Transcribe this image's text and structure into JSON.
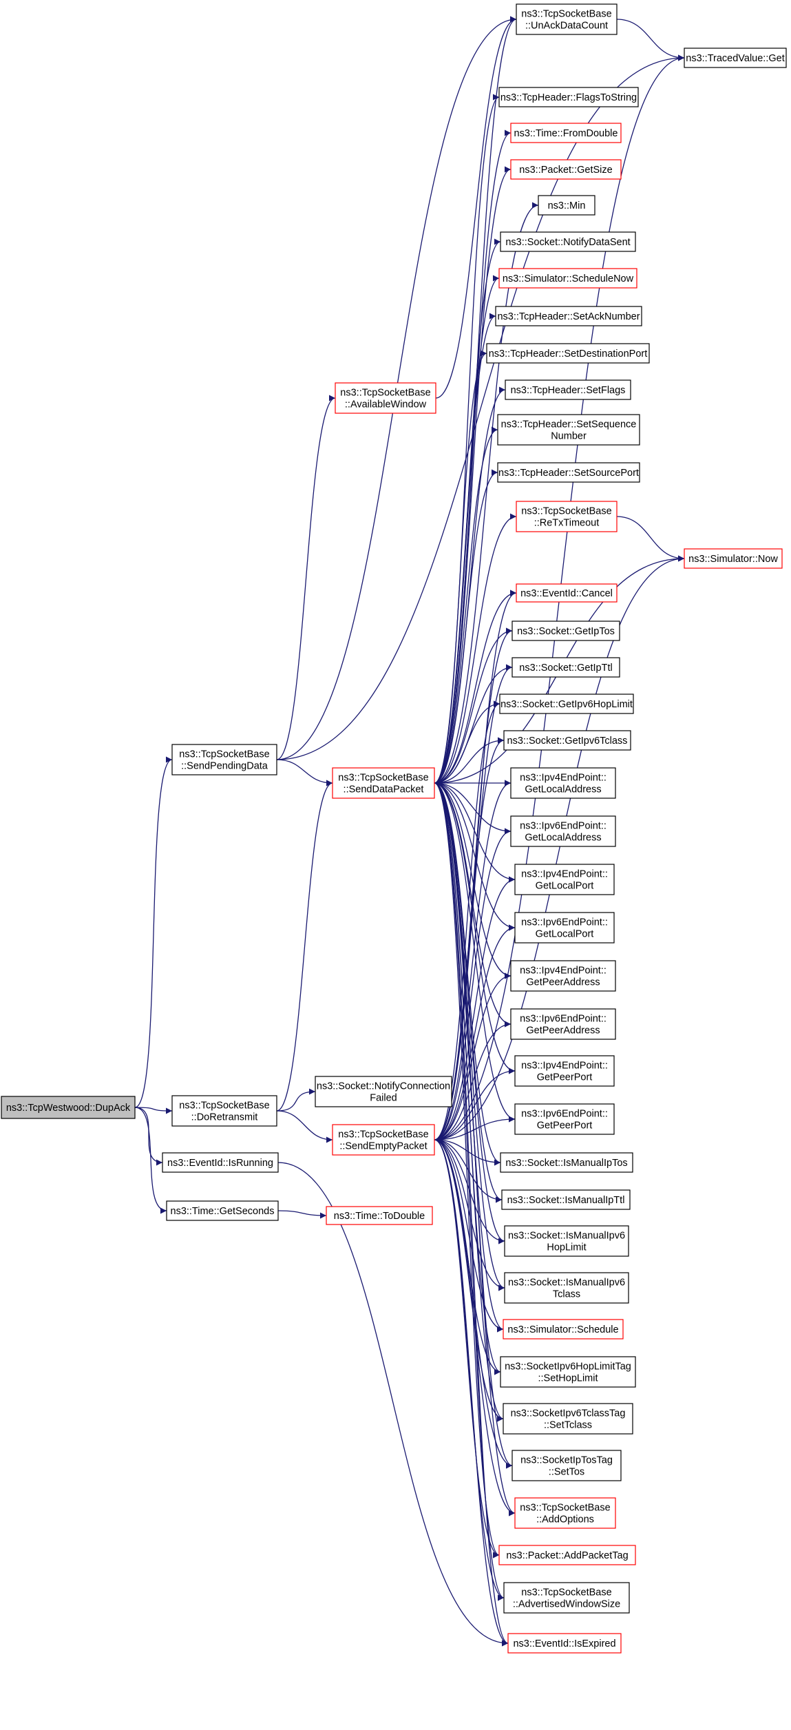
{
  "colors": {
    "edge": "#191970",
    "box_border_normal": "#000000",
    "box_border_undocumented": "#ff0000",
    "root_fill": "#bfbfbf",
    "box_fill": "#ffffff"
  },
  "nodes": [
    {
      "id": "dupack",
      "lines": [
        "ns3::TcpWestwood::DupAck"
      ],
      "style": "root"
    },
    {
      "id": "sendpending",
      "lines": [
        "ns3::TcpSocketBase",
        "::SendPendingData"
      ],
      "style": "normal"
    },
    {
      "id": "doretransmit",
      "lines": [
        "ns3::TcpSocketBase",
        "::DoRetransmit"
      ],
      "style": "normal"
    },
    {
      "id": "isrunning",
      "lines": [
        "ns3::EventId::IsRunning"
      ],
      "style": "normal"
    },
    {
      "id": "getseconds",
      "lines": [
        "ns3::Time::GetSeconds"
      ],
      "style": "normal"
    },
    {
      "id": "availwin",
      "lines": [
        "ns3::TcpSocketBase",
        "::AvailableWindow"
      ],
      "style": "red"
    },
    {
      "id": "senddata",
      "lines": [
        "ns3::TcpSocketBase",
        "::SendDataPacket"
      ],
      "style": "red"
    },
    {
      "id": "notifyconnfailed",
      "lines": [
        "ns3::Socket::NotifyConnection",
        "Failed"
      ],
      "style": "normal"
    },
    {
      "id": "sendempty",
      "lines": [
        "ns3::TcpSocketBase",
        "::SendEmptyPacket"
      ],
      "style": "red"
    },
    {
      "id": "todouble",
      "lines": [
        "ns3::Time::ToDouble"
      ],
      "style": "red"
    },
    {
      "id": "unack",
      "lines": [
        "ns3::TcpSocketBase",
        "::UnAckDataCount"
      ],
      "style": "normal"
    },
    {
      "id": "flagstostr",
      "lines": [
        "ns3::TcpHeader::FlagsToString"
      ],
      "style": "normal"
    },
    {
      "id": "fromdouble",
      "lines": [
        "ns3::Time::FromDouble"
      ],
      "style": "red"
    },
    {
      "id": "getsize",
      "lines": [
        "ns3::Packet::GetSize"
      ],
      "style": "red"
    },
    {
      "id": "min",
      "lines": [
        "ns3::Min"
      ],
      "style": "normal"
    },
    {
      "id": "notifydatasent",
      "lines": [
        "ns3::Socket::NotifyDataSent"
      ],
      "style": "normal"
    },
    {
      "id": "schednow",
      "lines": [
        "ns3::Simulator::ScheduleNow"
      ],
      "style": "red"
    },
    {
      "id": "setack",
      "lines": [
        "ns3::TcpHeader::SetAckNumber"
      ],
      "style": "normal"
    },
    {
      "id": "setdstport",
      "lines": [
        "ns3::TcpHeader::SetDestinationPort"
      ],
      "style": "normal"
    },
    {
      "id": "setflags",
      "lines": [
        "ns3::TcpHeader::SetFlags"
      ],
      "style": "normal"
    },
    {
      "id": "setseq",
      "lines": [
        "ns3::TcpHeader::SetSequence",
        "Number"
      ],
      "style": "normal"
    },
    {
      "id": "setsrcport",
      "lines": [
        "ns3::TcpHeader::SetSourcePort"
      ],
      "style": "normal"
    },
    {
      "id": "retxtimeout",
      "lines": [
        "ns3::TcpSocketBase",
        "::ReTxTimeout"
      ],
      "style": "red"
    },
    {
      "id": "cancel",
      "lines": [
        "ns3::EventId::Cancel"
      ],
      "style": "red"
    },
    {
      "id": "getiptos",
      "lines": [
        "ns3::Socket::GetIpTos"
      ],
      "style": "normal"
    },
    {
      "id": "getipttl",
      "lines": [
        "ns3::Socket::GetIpTtl"
      ],
      "style": "normal"
    },
    {
      "id": "getipv6hop",
      "lines": [
        "ns3::Socket::GetIpv6HopLimit"
      ],
      "style": "normal"
    },
    {
      "id": "getipv6tc",
      "lines": [
        "ns3::Socket::GetIpv6Tclass"
      ],
      "style": "normal"
    },
    {
      "id": "ipv4locaddr",
      "lines": [
        "ns3::Ipv4EndPoint::",
        "GetLocalAddress"
      ],
      "style": "normal"
    },
    {
      "id": "ipv6locaddr",
      "lines": [
        "ns3::Ipv6EndPoint::",
        "GetLocalAddress"
      ],
      "style": "normal"
    },
    {
      "id": "ipv4locport",
      "lines": [
        "ns3::Ipv4EndPoint::",
        "GetLocalPort"
      ],
      "style": "normal"
    },
    {
      "id": "ipv6locport",
      "lines": [
        "ns3::Ipv6EndPoint::",
        "GetLocalPort"
      ],
      "style": "normal"
    },
    {
      "id": "ipv4peeraddr",
      "lines": [
        "ns3::Ipv4EndPoint::",
        "GetPeerAddress"
      ],
      "style": "normal"
    },
    {
      "id": "ipv6peeraddr",
      "lines": [
        "ns3::Ipv6EndPoint::",
        "GetPeerAddress"
      ],
      "style": "normal"
    },
    {
      "id": "ipv4peerport",
      "lines": [
        "ns3::Ipv4EndPoint::",
        "GetPeerPort"
      ],
      "style": "normal"
    },
    {
      "id": "ipv6peerport",
      "lines": [
        "ns3::Ipv6EndPoint::",
        "GetPeerPort"
      ],
      "style": "normal"
    },
    {
      "id": "ismaniptos",
      "lines": [
        "ns3::Socket::IsManualIpTos"
      ],
      "style": "normal"
    },
    {
      "id": "ismanipttl",
      "lines": [
        "ns3::Socket::IsManualIpTtl"
      ],
      "style": "normal"
    },
    {
      "id": "ismanv6hop",
      "lines": [
        "ns3::Socket::IsManualIpv6",
        "HopLimit"
      ],
      "style": "normal"
    },
    {
      "id": "ismanv6tc",
      "lines": [
        "ns3::Socket::IsManualIpv6",
        "Tclass"
      ],
      "style": "normal"
    },
    {
      "id": "schedule",
      "lines": [
        "ns3::Simulator::Schedule"
      ],
      "style": "red"
    },
    {
      "id": "sethoplimit",
      "lines": [
        "ns3::SocketIpv6HopLimitTag",
        "::SetHopLimit"
      ],
      "style": "normal"
    },
    {
      "id": "settclass",
      "lines": [
        "ns3::SocketIpv6TclassTag",
        "::SetTclass"
      ],
      "style": "normal"
    },
    {
      "id": "settos",
      "lines": [
        "ns3::SocketIpTosTag",
        "::SetTos"
      ],
      "style": "normal"
    },
    {
      "id": "addoptions",
      "lines": [
        "ns3::TcpSocketBase",
        "::AddOptions"
      ],
      "style": "red"
    },
    {
      "id": "addpackettag",
      "lines": [
        "ns3::Packet::AddPacketTag"
      ],
      "style": "red"
    },
    {
      "id": "advwinsize",
      "lines": [
        "ns3::TcpSocketBase",
        "::AdvertisedWindowSize"
      ],
      "style": "normal"
    },
    {
      "id": "isexpired",
      "lines": [
        "ns3::EventId::IsExpired"
      ],
      "style": "red"
    },
    {
      "id": "tracedget",
      "lines": [
        "ns3::TracedValue::Get"
      ],
      "style": "normal"
    },
    {
      "id": "simnow",
      "lines": [
        "ns3::Simulator::Now"
      ],
      "style": "red"
    }
  ],
  "edges": [
    [
      "dupack",
      "sendpending"
    ],
    [
      "dupack",
      "doretransmit"
    ],
    [
      "dupack",
      "isrunning"
    ],
    [
      "dupack",
      "getseconds"
    ],
    [
      "sendpending",
      "unack"
    ],
    [
      "sendpending",
      "tracedget"
    ],
    [
      "sendpending",
      "availwin"
    ],
    [
      "sendpending",
      "senddata"
    ],
    [
      "availwin",
      "unack"
    ],
    [
      "doretransmit",
      "senddata"
    ],
    [
      "doretransmit",
      "notifyconnfailed"
    ],
    [
      "doretransmit",
      "sendempty"
    ],
    [
      "getseconds",
      "todouble"
    ],
    [
      "unack",
      "tracedget"
    ],
    [
      "retxtimeout",
      "simnow"
    ],
    [
      "senddata",
      "unack"
    ],
    [
      "senddata",
      "flagstostr"
    ],
    [
      "senddata",
      "fromdouble"
    ],
    [
      "senddata",
      "getsize"
    ],
    [
      "senddata",
      "min"
    ],
    [
      "senddata",
      "notifydatasent"
    ],
    [
      "senddata",
      "schednow"
    ],
    [
      "senddata",
      "setack"
    ],
    [
      "senddata",
      "setdstport"
    ],
    [
      "senddata",
      "setflags"
    ],
    [
      "senddata",
      "setseq"
    ],
    [
      "senddata",
      "setsrcport"
    ],
    [
      "senddata",
      "retxtimeout"
    ],
    [
      "senddata",
      "simnow"
    ],
    [
      "senddata",
      "cancel"
    ],
    [
      "senddata",
      "getiptos"
    ],
    [
      "senddata",
      "getipttl"
    ],
    [
      "senddata",
      "getipv6hop"
    ],
    [
      "senddata",
      "getipv6tc"
    ],
    [
      "senddata",
      "ipv4locaddr"
    ],
    [
      "senddata",
      "ipv6locaddr"
    ],
    [
      "senddata",
      "ipv4locport"
    ],
    [
      "senddata",
      "ipv6locport"
    ],
    [
      "senddata",
      "ipv4peeraddr"
    ],
    [
      "senddata",
      "ipv6peeraddr"
    ],
    [
      "senddata",
      "ipv4peerport"
    ],
    [
      "senddata",
      "ipv6peerport"
    ],
    [
      "senddata",
      "ismaniptos"
    ],
    [
      "senddata",
      "ismanipttl"
    ],
    [
      "senddata",
      "ismanv6hop"
    ],
    [
      "senddata",
      "ismanv6tc"
    ],
    [
      "senddata",
      "schedule"
    ],
    [
      "senddata",
      "sethoplimit"
    ],
    [
      "senddata",
      "settclass"
    ],
    [
      "senddata",
      "settos"
    ],
    [
      "senddata",
      "addoptions"
    ],
    [
      "senddata",
      "addpackettag"
    ],
    [
      "senddata",
      "advwinsize"
    ],
    [
      "senddata",
      "isexpired"
    ],
    [
      "sendempty",
      "cancel"
    ],
    [
      "sendempty",
      "getiptos"
    ],
    [
      "sendempty",
      "getipttl"
    ],
    [
      "sendempty",
      "getipv6hop"
    ],
    [
      "sendempty",
      "getipv6tc"
    ],
    [
      "sendempty",
      "ipv4locaddr"
    ],
    [
      "sendempty",
      "ipv6locaddr"
    ],
    [
      "sendempty",
      "ipv4locport"
    ],
    [
      "sendempty",
      "ipv6locport"
    ],
    [
      "sendempty",
      "ipv4peeraddr"
    ],
    [
      "sendempty",
      "ipv6peeraddr"
    ],
    [
      "sendempty",
      "ipv4peerport"
    ],
    [
      "sendempty",
      "ipv6peerport"
    ],
    [
      "sendempty",
      "ismaniptos"
    ],
    [
      "sendempty",
      "ismanipttl"
    ],
    [
      "sendempty",
      "ismanv6hop"
    ],
    [
      "sendempty",
      "ismanv6tc"
    ],
    [
      "sendempty",
      "schedule"
    ],
    [
      "sendempty",
      "sethoplimit"
    ],
    [
      "sendempty",
      "settclass"
    ],
    [
      "sendempty",
      "settos"
    ],
    [
      "sendempty",
      "addoptions"
    ],
    [
      "sendempty",
      "addpackettag"
    ],
    [
      "sendempty",
      "advwinsize"
    ],
    [
      "sendempty",
      "isexpired"
    ],
    [
      "sendempty",
      "tracedget"
    ],
    [
      "sendempty",
      "simnow"
    ],
    [
      "isrunning",
      "isexpired"
    ]
  ]
}
